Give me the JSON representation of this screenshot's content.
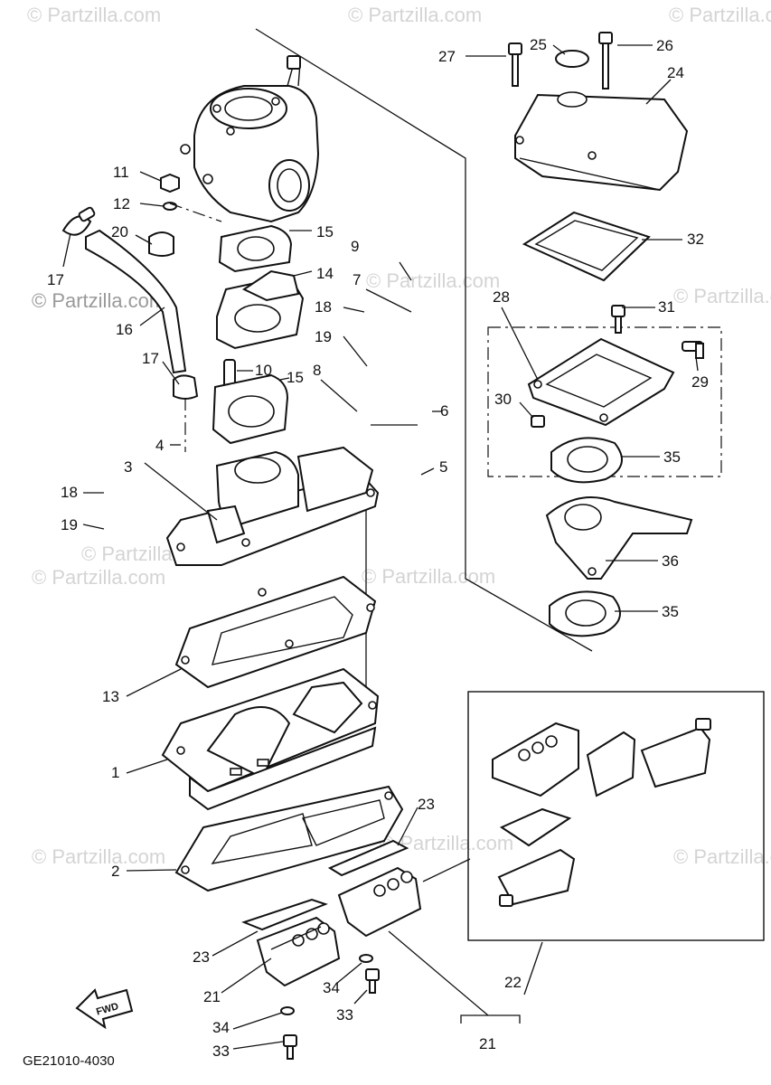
{
  "watermarks": {
    "top_left": "© Partzilla.com",
    "top_center": "© Partzilla.com",
    "top_right": "© Partzilla.com",
    "mid_left": "© Partzilla.com",
    "mid_upper_center": "© Partzilla.com",
    "mid_right": "© Partzilla.com",
    "low_left": "© Partzilla.com",
    "low_center": "© Partzilla.com",
    "low_center2": "© Partzilla.com",
    "bottom_left": "© Partzilla.com",
    "bottom_center": "© Partzilla.com",
    "bottom_right": "© Partzilla.com"
  },
  "callouts": {
    "c1": "1",
    "c2": "2",
    "c3": "3",
    "c4": "4",
    "c5": "5",
    "c6": "6",
    "c7": "7",
    "c8": "8",
    "c9": "9",
    "c10": "10",
    "c11": "11",
    "c12": "12",
    "c13": "13",
    "c14": "14",
    "c15a": "15",
    "c15b": "15",
    "c16": "16",
    "c17a": "17",
    "c17b": "17",
    "c18a": "18",
    "c18b": "18",
    "c19a": "19",
    "c19b": "19",
    "c20": "20",
    "c21a": "21",
    "c21b": "21",
    "c22": "22",
    "c23a": "23",
    "c23b": "23",
    "c24": "24",
    "c25": "25",
    "c26": "26",
    "c27": "27",
    "c28": "28",
    "c29": "29",
    "c30": "30",
    "c31": "31",
    "c32": "32",
    "c33a": "33",
    "c33b": "33",
    "c34a": "34",
    "c34b": "34",
    "c35a": "35",
    "c35b": "35",
    "c36": "36"
  },
  "fwd_label": "FWD",
  "diagram_code": "GE21010-4030"
}
